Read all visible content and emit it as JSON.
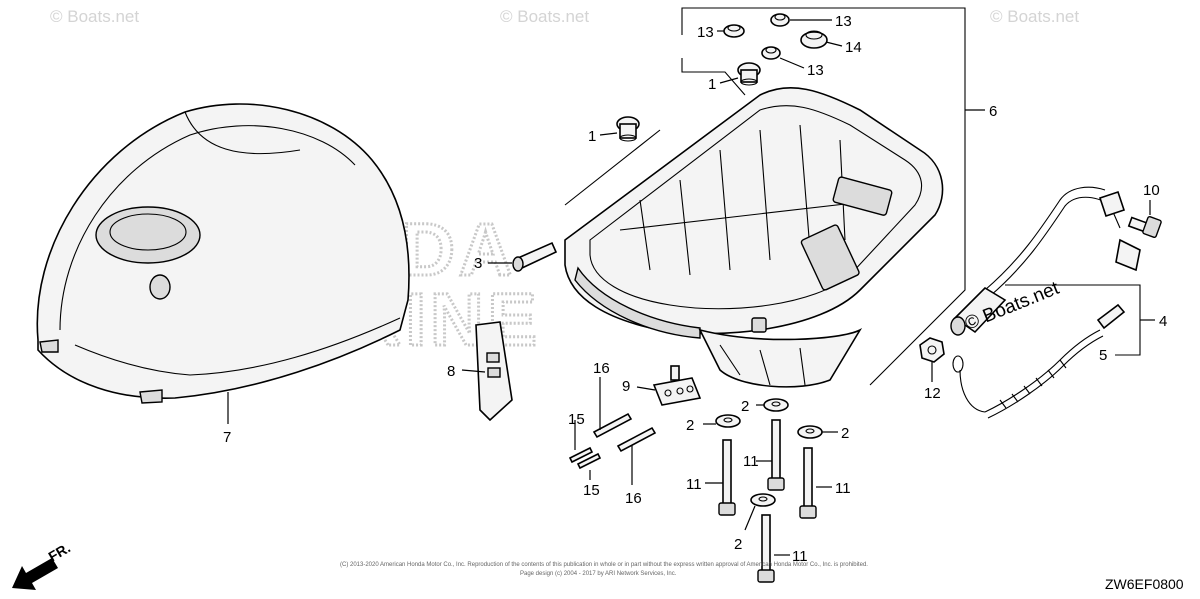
{
  "watermark": {
    "corner_text": "© Boats.net",
    "center_brand_line1": "HONDA",
    "center_brand_line2": "MARINE"
  },
  "stamp": "© Boats.net",
  "diagram_code": "ZW6EF0800",
  "direction_label": "FR.",
  "copyright": {
    "line1": "(C) 2013-2020 American Honda Motor Co., Inc. Reproduction of the contents of this publication in whole or in part without the express written approval of American Honda Motor Co., Inc. is prohibited.",
    "line2": "Page design (c) 2004 - 2017 by ARI Network Services, Inc."
  },
  "callouts": {
    "c1a": "1",
    "c1b": "1",
    "c2a": "2",
    "c2b": "2",
    "c2c": "2",
    "c2d": "2",
    "c3": "3",
    "c4": "4",
    "c5": "5",
    "c6": "6",
    "c7": "7",
    "c8": "8",
    "c9": "9",
    "c10": "10",
    "c11a": "11",
    "c11b": "11",
    "c11c": "11",
    "c11d": "11",
    "c12": "12",
    "c13a": "13",
    "c13b": "13",
    "c13c": "13",
    "c14": "14",
    "c15a": "15",
    "c15b": "15",
    "c16a": "16",
    "c16b": "16"
  }
}
